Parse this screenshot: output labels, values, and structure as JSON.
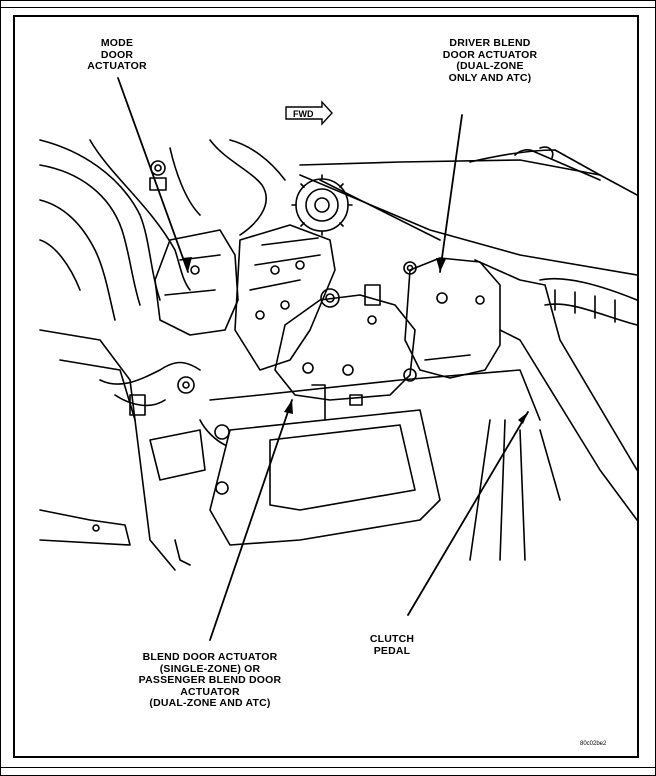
{
  "labels": {
    "mode_door_actuator": "MODE\nDOOR\nACTUATOR",
    "driver_blend_door_actuator": "DRIVER BLEND\nDOOR ACTUATOR\n(DUAL-ZONE\nONLY AND ATC)",
    "fwd_arrow": "FWD",
    "clutch_pedal": "CLUTCH\nPEDAL",
    "blend_door_actuator": "BLEND DOOR ACTUATOR\n(SINGLE-ZONE) OR\nPASSENGER BLEND DOOR\nACTUATOR\n(DUAL-ZONE AND ATC)",
    "figure_id": "80c02be2"
  }
}
